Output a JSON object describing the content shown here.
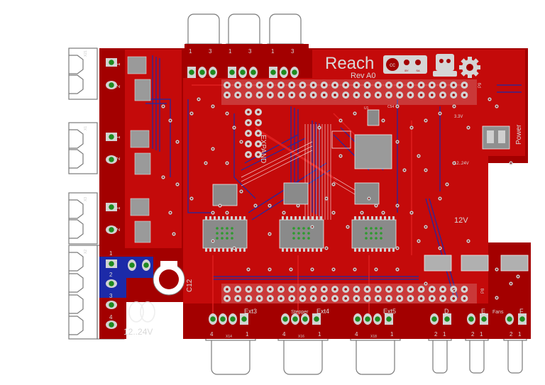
{
  "board": {
    "name": "Reach",
    "revision": "Rev A0",
    "license": {
      "cc": "cc",
      "by": "BY",
      "sa": "SA"
    }
  },
  "colors": {
    "board": "#a30000",
    "copper_top": "#cc0f0f",
    "copper_bottom": "#1c2aa8",
    "pad": "#d3d3d3",
    "via": "#c8c8c8",
    "silk": "#d8d8d8",
    "connector_outline": "#7a7a7a",
    "pad_hole": "#1f8a1f"
  },
  "labels": {
    "power_voltage": "12..24V",
    "rail_3v3": "3.3V",
    "rail_12_24": "12..24V",
    "rail_12v": "12V",
    "power_switch": "Power",
    "cap_c12": "C12",
    "ext3": "Ext3",
    "ext4": "Ext4",
    "ext5": "Ext5",
    "stepper": "Stepper",
    "fans": "Fans",
    "fan_d": "D",
    "fan_e": "E",
    "fan_f": "F",
    "p9": "P9",
    "p8": "P8",
    "expand": "EXPAND",
    "u1": "U1",
    "c54": "C54",
    "x1": "X1",
    "x2": "X2",
    "x3": "X3",
    "x21": "X21",
    "x14": "X14",
    "x16": "X16",
    "x18": "X18"
  },
  "pin_numbers": {
    "one": "1",
    "two": "2",
    "three": "3",
    "four": "4"
  }
}
